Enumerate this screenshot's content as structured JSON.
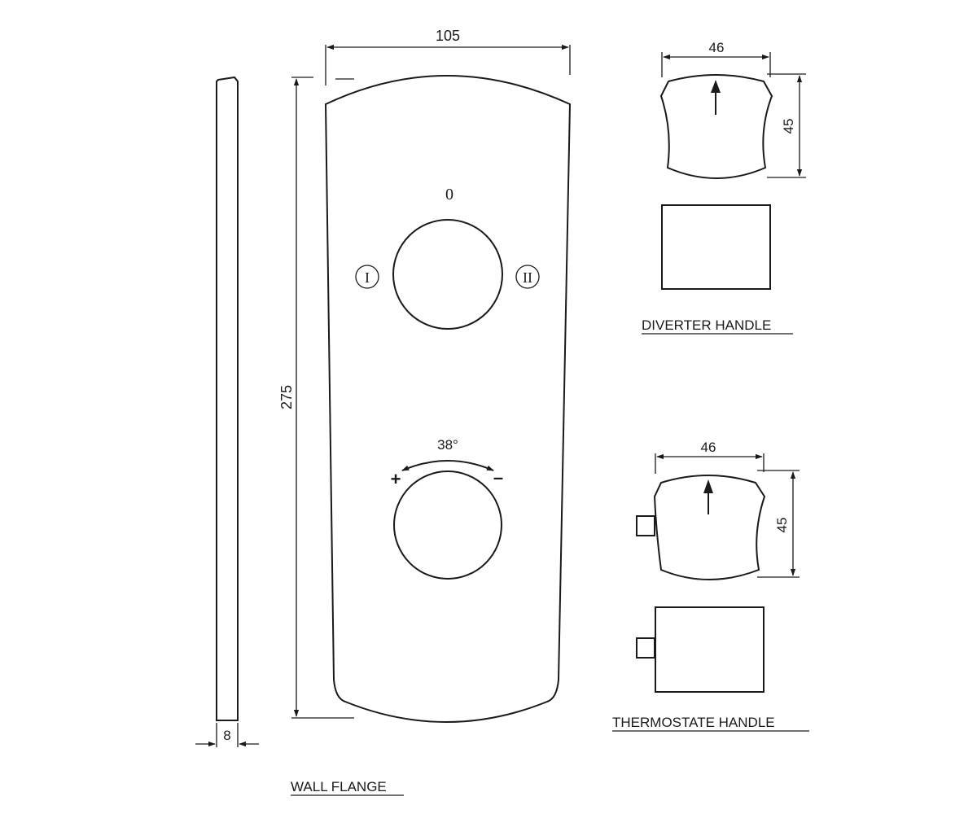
{
  "dimensions": {
    "flange_width": "105",
    "flange_height": "275",
    "depth": "8",
    "diverter_width": "46",
    "diverter_height": "45",
    "thermostat_width": "46",
    "thermostat_height": "45",
    "rotation_angle": "38°"
  },
  "markings": {
    "diverter_positions": [
      "0",
      "I",
      "II"
    ],
    "thermostat_plus": "+",
    "thermostat_minus": "–"
  },
  "labels": {
    "diverter_handle": "DIVERTER HANDLE",
    "thermostate_handle": "THERMOSTATE  HANDLE",
    "wall_flange": "WALL FLANGE"
  }
}
